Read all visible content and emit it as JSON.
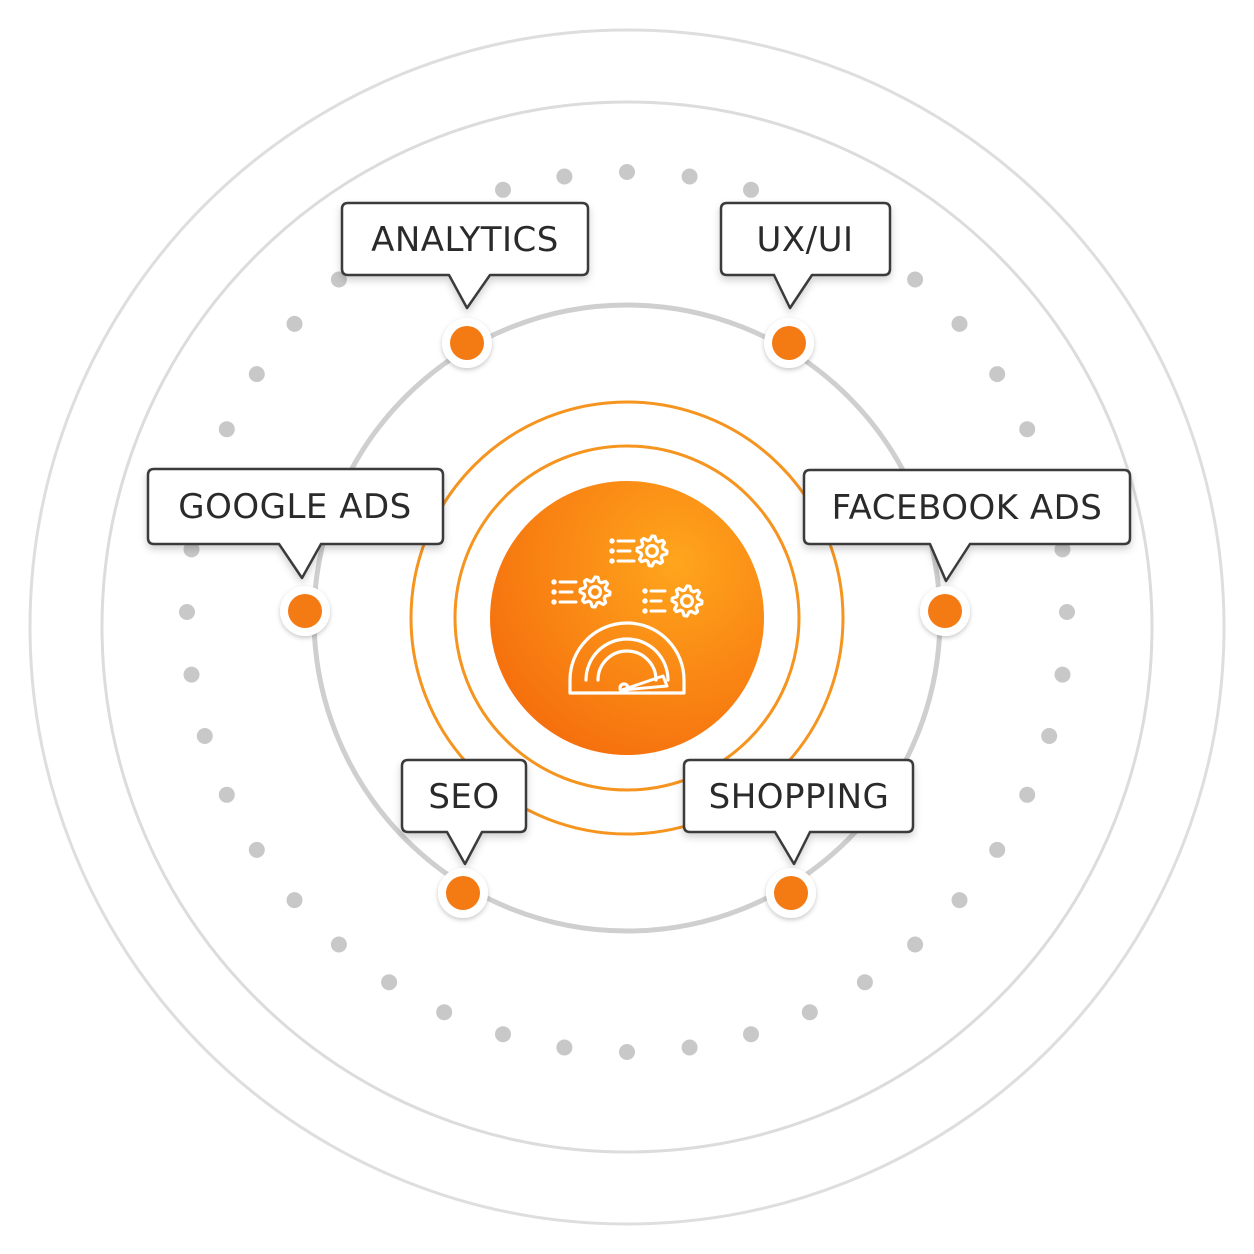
{
  "diagram": {
    "center_icon": "speedometer-gears-icon",
    "colors": {
      "accent": "#f47a14",
      "accent_light": "#ffa31a",
      "ring_gray": "#d0d0d0",
      "dot_gray": "#c4c4c4",
      "text": "#2a2a2a"
    },
    "nodes": [
      {
        "id": "analytics",
        "label": "ANALYTICS"
      },
      {
        "id": "ux-ui",
        "label": "UX/UI"
      },
      {
        "id": "google-ads",
        "label": "GOOGLE ADS"
      },
      {
        "id": "facebook-ads",
        "label": "FACEBOOK ADS"
      },
      {
        "id": "seo",
        "label": "SEO"
      },
      {
        "id": "shopping",
        "label": "SHOPPING"
      }
    ]
  }
}
